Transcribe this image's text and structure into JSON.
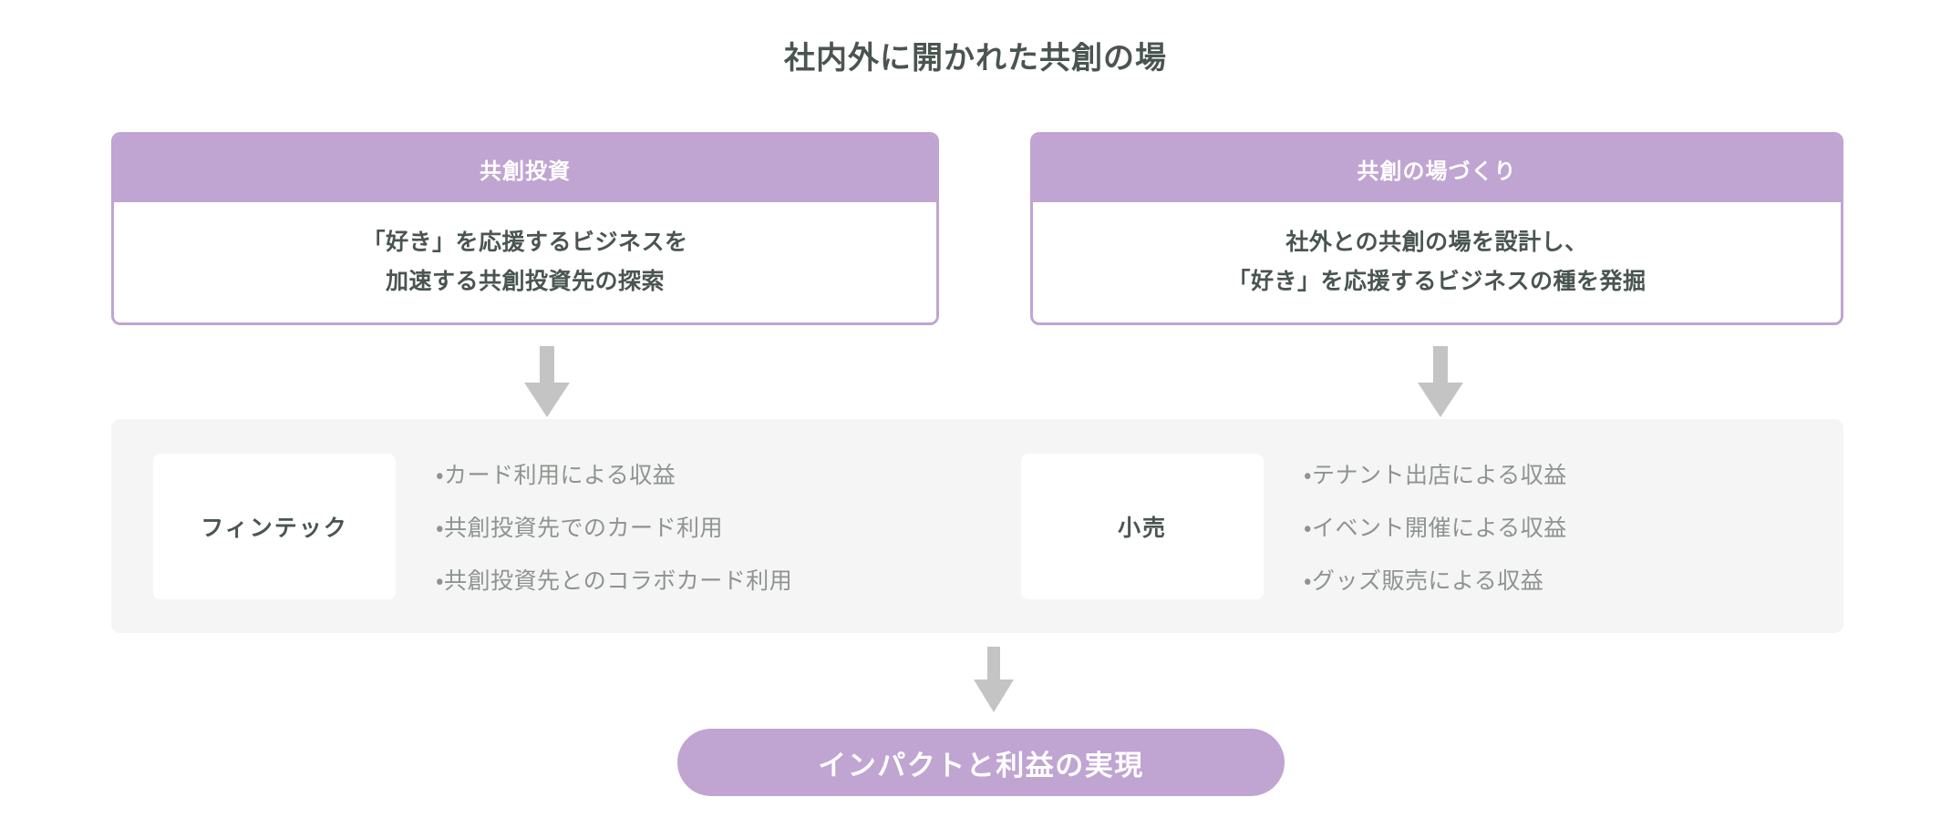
{
  "page": {
    "title": "社内外に開かれた共創の場",
    "accent_color": "#c0a4d2",
    "panel_bg_color": "#f5f5f5",
    "text_color": "#4a5550",
    "muted_text_color": "#8d948f",
    "arrow_color": "#c4c4c4"
  },
  "pillars": [
    {
      "header": "共創投資",
      "body_line1": "「好き」を応援するビジネスを",
      "body_line2": "加速する共創投資先の探索"
    },
    {
      "header": "共創の場づくり",
      "body_line1": "社外との共創の場を設計し、",
      "body_line2": "「好き」を応援するビジネスの種を発掘"
    }
  ],
  "revenue": {
    "segments": [
      {
        "name": "フィンテック",
        "items": [
          "・カード利用による収益",
          "・共創投資先でのカード利用",
          "・共創投資先とのコラボカード利用"
        ]
      },
      {
        "name": "小売",
        "items": [
          "・テナント出店による収益",
          "・イベント開催による収益",
          "・グッズ販売による収益"
        ]
      }
    ]
  },
  "outcome": {
    "label": "インパクトと利益の実現"
  }
}
